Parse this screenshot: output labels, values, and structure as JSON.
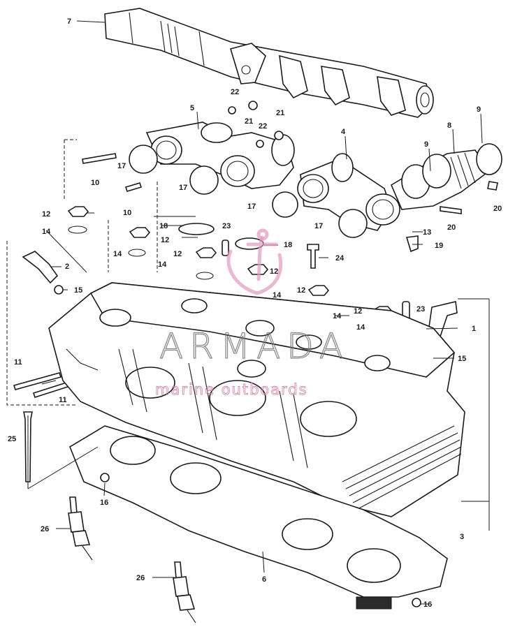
{
  "callouts": [
    "1",
    "2",
    "3",
    "4",
    "5",
    "6",
    "7",
    "8",
    "9",
    "10",
    "11",
    "12",
    "13",
    "14",
    "15",
    "16",
    "17",
    "18",
    "19",
    "20",
    "21",
    "22",
    "23",
    "24",
    "25",
    "26"
  ],
  "watermark": {
    "brand": "ARMADA",
    "tagline": "marine outboards",
    "color": "#e39ac0"
  }
}
